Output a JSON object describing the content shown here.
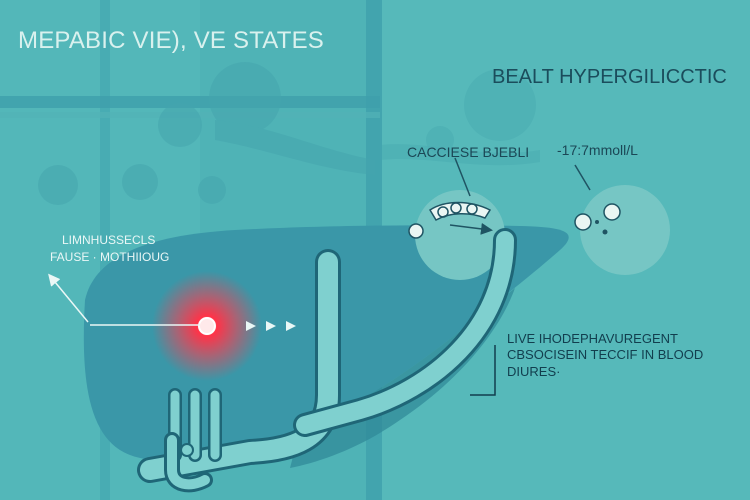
{
  "titles": {
    "left": "MEPABIC VIE), VE STATES",
    "right": "BEALT HYPERGILICCTIC"
  },
  "labels": {
    "cause": "CACCIESE BJEBLI",
    "reading": "-17:7mmoll/L"
  },
  "annotations": {
    "left_line1": "LIMNHUSSECLS",
    "left_line2": "FAUSE · MOTHIIOUG",
    "right_line1": "LIVE IHODEPHAVUREGENT",
    "right_line2": "CBSOCISEIN TECCIF IN BLOOD",
    "right_line3": "DIURES·"
  },
  "colors": {
    "background": "#4fb3b6",
    "liver": "#3a97a8",
    "highlight": "#ff3b4d",
    "text_dark": "#1b4d5c",
    "text_light": "#d9f1ee"
  }
}
